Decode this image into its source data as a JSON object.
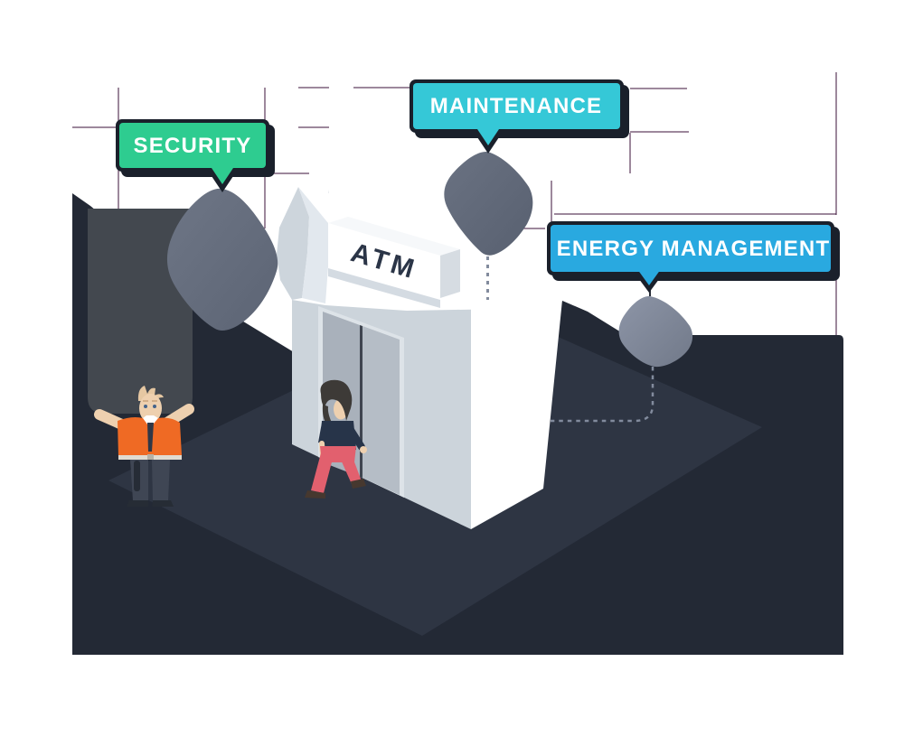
{
  "labels": {
    "security": {
      "text": "SECURITY",
      "color": "#2ecc90"
    },
    "maintenance": {
      "text": "MAINTENANCE",
      "color": "#35c8d7"
    },
    "energy": {
      "text": "ENERGY MANAGEMENT",
      "color": "#29a9e0"
    }
  },
  "building": {
    "sign": "ATM"
  },
  "palette": {
    "label_border_shadow": "#1a202b",
    "label_text": "#ffffff",
    "floor_base": "#232935",
    "floor_light": "#2e3543",
    "pillar_slab": "#43484f",
    "marker_blob": "#636b7b",
    "marker_blob_light": "#8a92a4",
    "grid_line": "#3b1038",
    "dash_line": "#828b9d",
    "building_left_face": "#ccd4db",
    "building_right_face": "#ffffff",
    "door_panel": "#a9b1bb",
    "guard_jacket": "#ef6a24",
    "guard_pants": "#3f4654",
    "walker_top": "#273449",
    "walker_pants": "#e2606e",
    "skin": "#eed0af",
    "sign_text_color": "#2b3547"
  }
}
